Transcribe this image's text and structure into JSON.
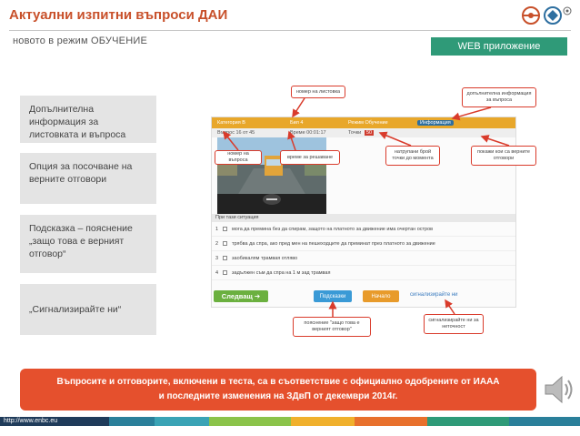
{
  "header": {
    "title": "Актуални изпитни въпроси ДАИ",
    "subtitle": "новото  в режим ОБУЧЕНИЕ",
    "badge": "WEB приложение"
  },
  "side_notes": [
    "Допълнителна информация за листовката и въпроса",
    "Опция за посочване на верните отговори",
    "Подсказка – пояснение „защо това е верният отговор“",
    "„Сигнализирайте ни“"
  ],
  "app": {
    "bar1": {
      "category": "Категория B",
      "ticket": "Бил 4",
      "mode": "Режим Обучение",
      "info_tag": "Информация"
    },
    "bar2": {
      "question": "Въпрос 16 от 45",
      "time": "Време 00:01:17",
      "points_label": "Точки",
      "points_value": "50"
    },
    "question_header": "При тази ситуация",
    "answers": [
      {
        "num": "1",
        "text": "мога да премина без да спирам, защото на платното за движение има очертан остров"
      },
      {
        "num": "2",
        "text": "трябва да спра, ако пред мен на пешеходците да преминат през платното за движение"
      },
      {
        "num": "3",
        "text": "заобикалям трамвая отляво"
      },
      {
        "num": "4",
        "text": "задължен съм да спра на 1 м зад трамвая"
      }
    ],
    "buttons": {
      "next": "Следващ ➔",
      "hint": "Подсказки",
      "start": "Начало",
      "signal": "сигнализирайте ни"
    }
  },
  "callouts": {
    "ticket_number": "номер на листовка",
    "extra_info": "допълнителна информация за въпроса",
    "question_number": "номер на въпроса",
    "solve_time": "време за решаване",
    "points": "натрупани брой точки до момента",
    "show_correct": "покажи кои са верните отговори",
    "explanation": "пояснение \"защо това е верният отговор\"",
    "report": "сигнализирайте ни за неточност"
  },
  "notice": {
    "line1": "Въпросите и отговорите, включени в теста, са в съответствие с официално одобрените от ИААА",
    "line2": "и последните изменения на ЗДвП от декември 2014г."
  },
  "footer": {
    "url": "http://www.enbc.eu",
    "stripe_colors": [
      "#1f3b5a",
      "#2a7f9a",
      "#3aa3b5",
      "#8bc34a",
      "#f0b02c",
      "#e8702c",
      "#2f9a78",
      "#2a7f9a"
    ]
  },
  "colors": {
    "title": "#c8502a",
    "badge": "#2f9a78",
    "notice": "#e5502d",
    "callout_border": "#d93b2b"
  }
}
